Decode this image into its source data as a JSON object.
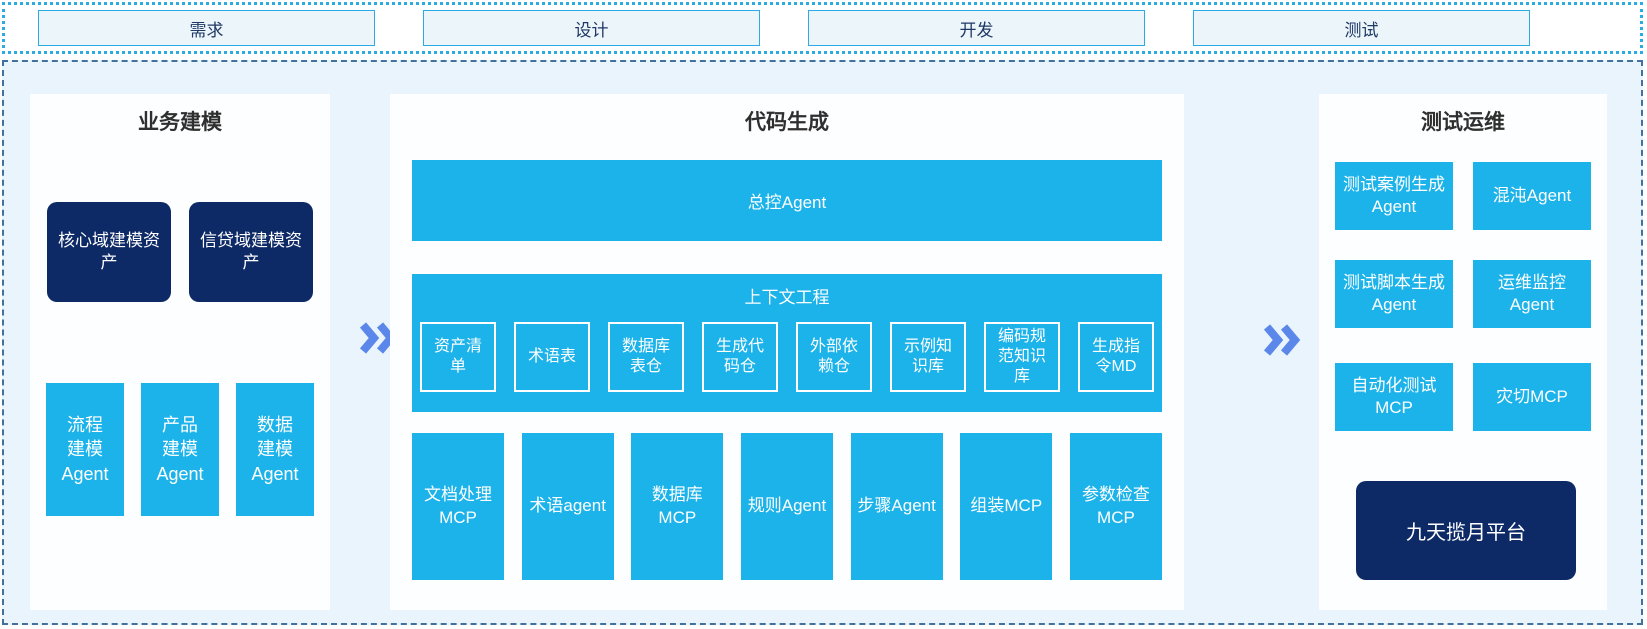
{
  "phases": [
    {
      "label": "需求"
    },
    {
      "label": "设计"
    },
    {
      "label": "开发"
    },
    {
      "label": "测试"
    }
  ],
  "panels": {
    "business_modeling": {
      "title": "业务建模",
      "asset_boxes": [
        "核心域建模资产",
        "信贷域建模资产"
      ],
      "agent_boxes": [
        "流程建模Agent",
        "产品建模Agent",
        "数据建模Agent"
      ]
    },
    "code_generation": {
      "title": "代码生成",
      "master_agent": "总控Agent",
      "context_engineering": {
        "title": "上下文工程",
        "items": [
          "资产清单",
          "术语表",
          "数据库表仓",
          "生成代码仓",
          "外部依赖仓",
          "示例知识库",
          "编码规范知识库",
          "生成指令MD"
        ]
      },
      "tool_boxes": [
        "文档处理MCP",
        "术语agent",
        "数据库MCP",
        "规则Agent",
        "步骤Agent",
        "组装MCP",
        "参数检查MCP"
      ]
    },
    "test_ops": {
      "title": "测试运维",
      "boxes": [
        "测试案例生成Agent",
        "混沌Agent",
        "测试脚本生成Agent",
        "运维监控Agent",
        "自动化测试MCP",
        "灾切MCP"
      ],
      "platform_box": "九天揽月平台"
    }
  },
  "icons": {
    "flow_arrow": "double-chevron-right"
  },
  "colors": {
    "cyan": "#1bb3ea",
    "navy": "#0e2a66",
    "chevron_blue": "#5b87ea",
    "main_bg": "#e9f4fc",
    "dotted_border": "#2aabe3",
    "dashed_border": "#41719c"
  }
}
